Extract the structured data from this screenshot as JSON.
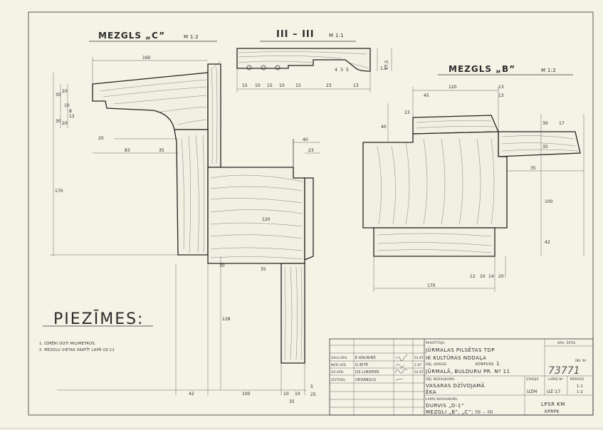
{
  "drawing": {
    "view_c": {
      "title": "MEZGLS „C”",
      "scale": "M 1:2"
    },
    "view_iii": {
      "title": "III – III",
      "scale": "M 1:1"
    },
    "view_b": {
      "title": "MEZGLS „B”",
      "scale": "M 1:2"
    },
    "dims_c": [
      "160",
      "30",
      "20",
      "10",
      "8",
      "12",
      "20",
      "30",
      "20",
      "83",
      "35",
      "170",
      "40",
      "23",
      "120",
      "30",
      "35",
      "128",
      "42",
      "100",
      "10",
      "10",
      "35",
      "5",
      "25"
    ],
    "dims_iii": [
      "15",
      "10",
      "15",
      "10",
      "15",
      "23",
      "13",
      "17,5",
      "4",
      "3",
      "5",
      "1,5"
    ],
    "dims_b": [
      "120",
      "45",
      "13",
      "13",
      "40",
      "23",
      "30",
      "35",
      "17",
      "35",
      "100",
      "42",
      "170",
      "12",
      "10",
      "14",
      "20"
    ]
  },
  "notes": {
    "heading": "PIEZĪMES:",
    "items": [
      "1. IZMĒRI DOTI MILIMETROS.",
      "2. MEZGLU VIETAS SKATĪT LAPĀ UZ-12"
    ]
  },
  "title_block": {
    "roles": [
      {
        "role": "GALV.ARH.",
        "name": "E.KALNIŅŠ",
        "date": "02.87"
      },
      {
        "role": "NOD.VAD.",
        "name": "G.BITE",
        "date": "2.87"
      },
      {
        "role": "GR.VAD.",
        "name": "DZ.LINDENS",
        "date": "02.87"
      },
      {
        "role": "IZSTRĀD.",
        "name": "URSABULS",
        "date": ""
      }
    ],
    "client_label": "PASŪTĪTĀJS:",
    "client_line1": "JŪRMALAS PILSĒTAS TDP",
    "client_line2": "IK KULTŪRAS NODAĻA",
    "address_label": "OBJ. ADRESE:",
    "korpuss_label": "KORPUSS",
    "korpuss_value": "1",
    "address_value": "JŪRMALĀ, BULDURU PR. Nº 11",
    "object_label": "OBJ. NOSAUKUMS:",
    "object_line1": "VASARAS DZĪVOJAMĀ",
    "object_line2": "ĒKA",
    "sheet_name_label": "LAPAS NOSAUKUMS:",
    "sheet_name_line1": "DURVIS „D-1”",
    "sheet_name_line2": "MEZGLI „B”, „C”; III – III",
    "arh_sifrs_label": "ARH. ŠIFRS",
    "inv_label": "INV. Nº",
    "inv_value": "73771",
    "stadija_label": "STADIJA",
    "stadija_value": "UZM",
    "lapas_label": "LAPAS Nº",
    "lapas_value": "UZ-17",
    "merogs_label": "MĒROGS",
    "merogs_values": [
      "1:1",
      "1:2"
    ],
    "org_line1": "LPSR KM",
    "org_line2": "KPRPK"
  }
}
